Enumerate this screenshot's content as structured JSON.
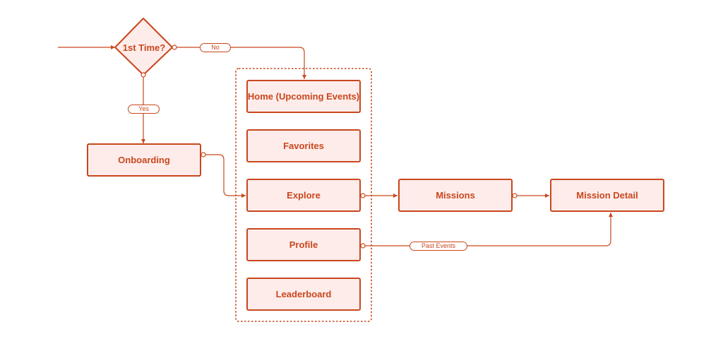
{
  "decision": {
    "label": "1st Time?"
  },
  "branches": {
    "no": "No",
    "yes": "Yes",
    "past_events": "Past Events"
  },
  "nodes": {
    "onboarding": "Onboarding",
    "home": "Home (Upcoming Events)",
    "favorites": "Favorites",
    "explore": "Explore",
    "profile": "Profile",
    "leaderboard": "Leaderboard",
    "missions": "Missions",
    "mission_detail": "Mission Detail"
  },
  "colors": {
    "accent": "#c9471d",
    "node_fill": "#fdecea",
    "background": "#ffffff"
  }
}
